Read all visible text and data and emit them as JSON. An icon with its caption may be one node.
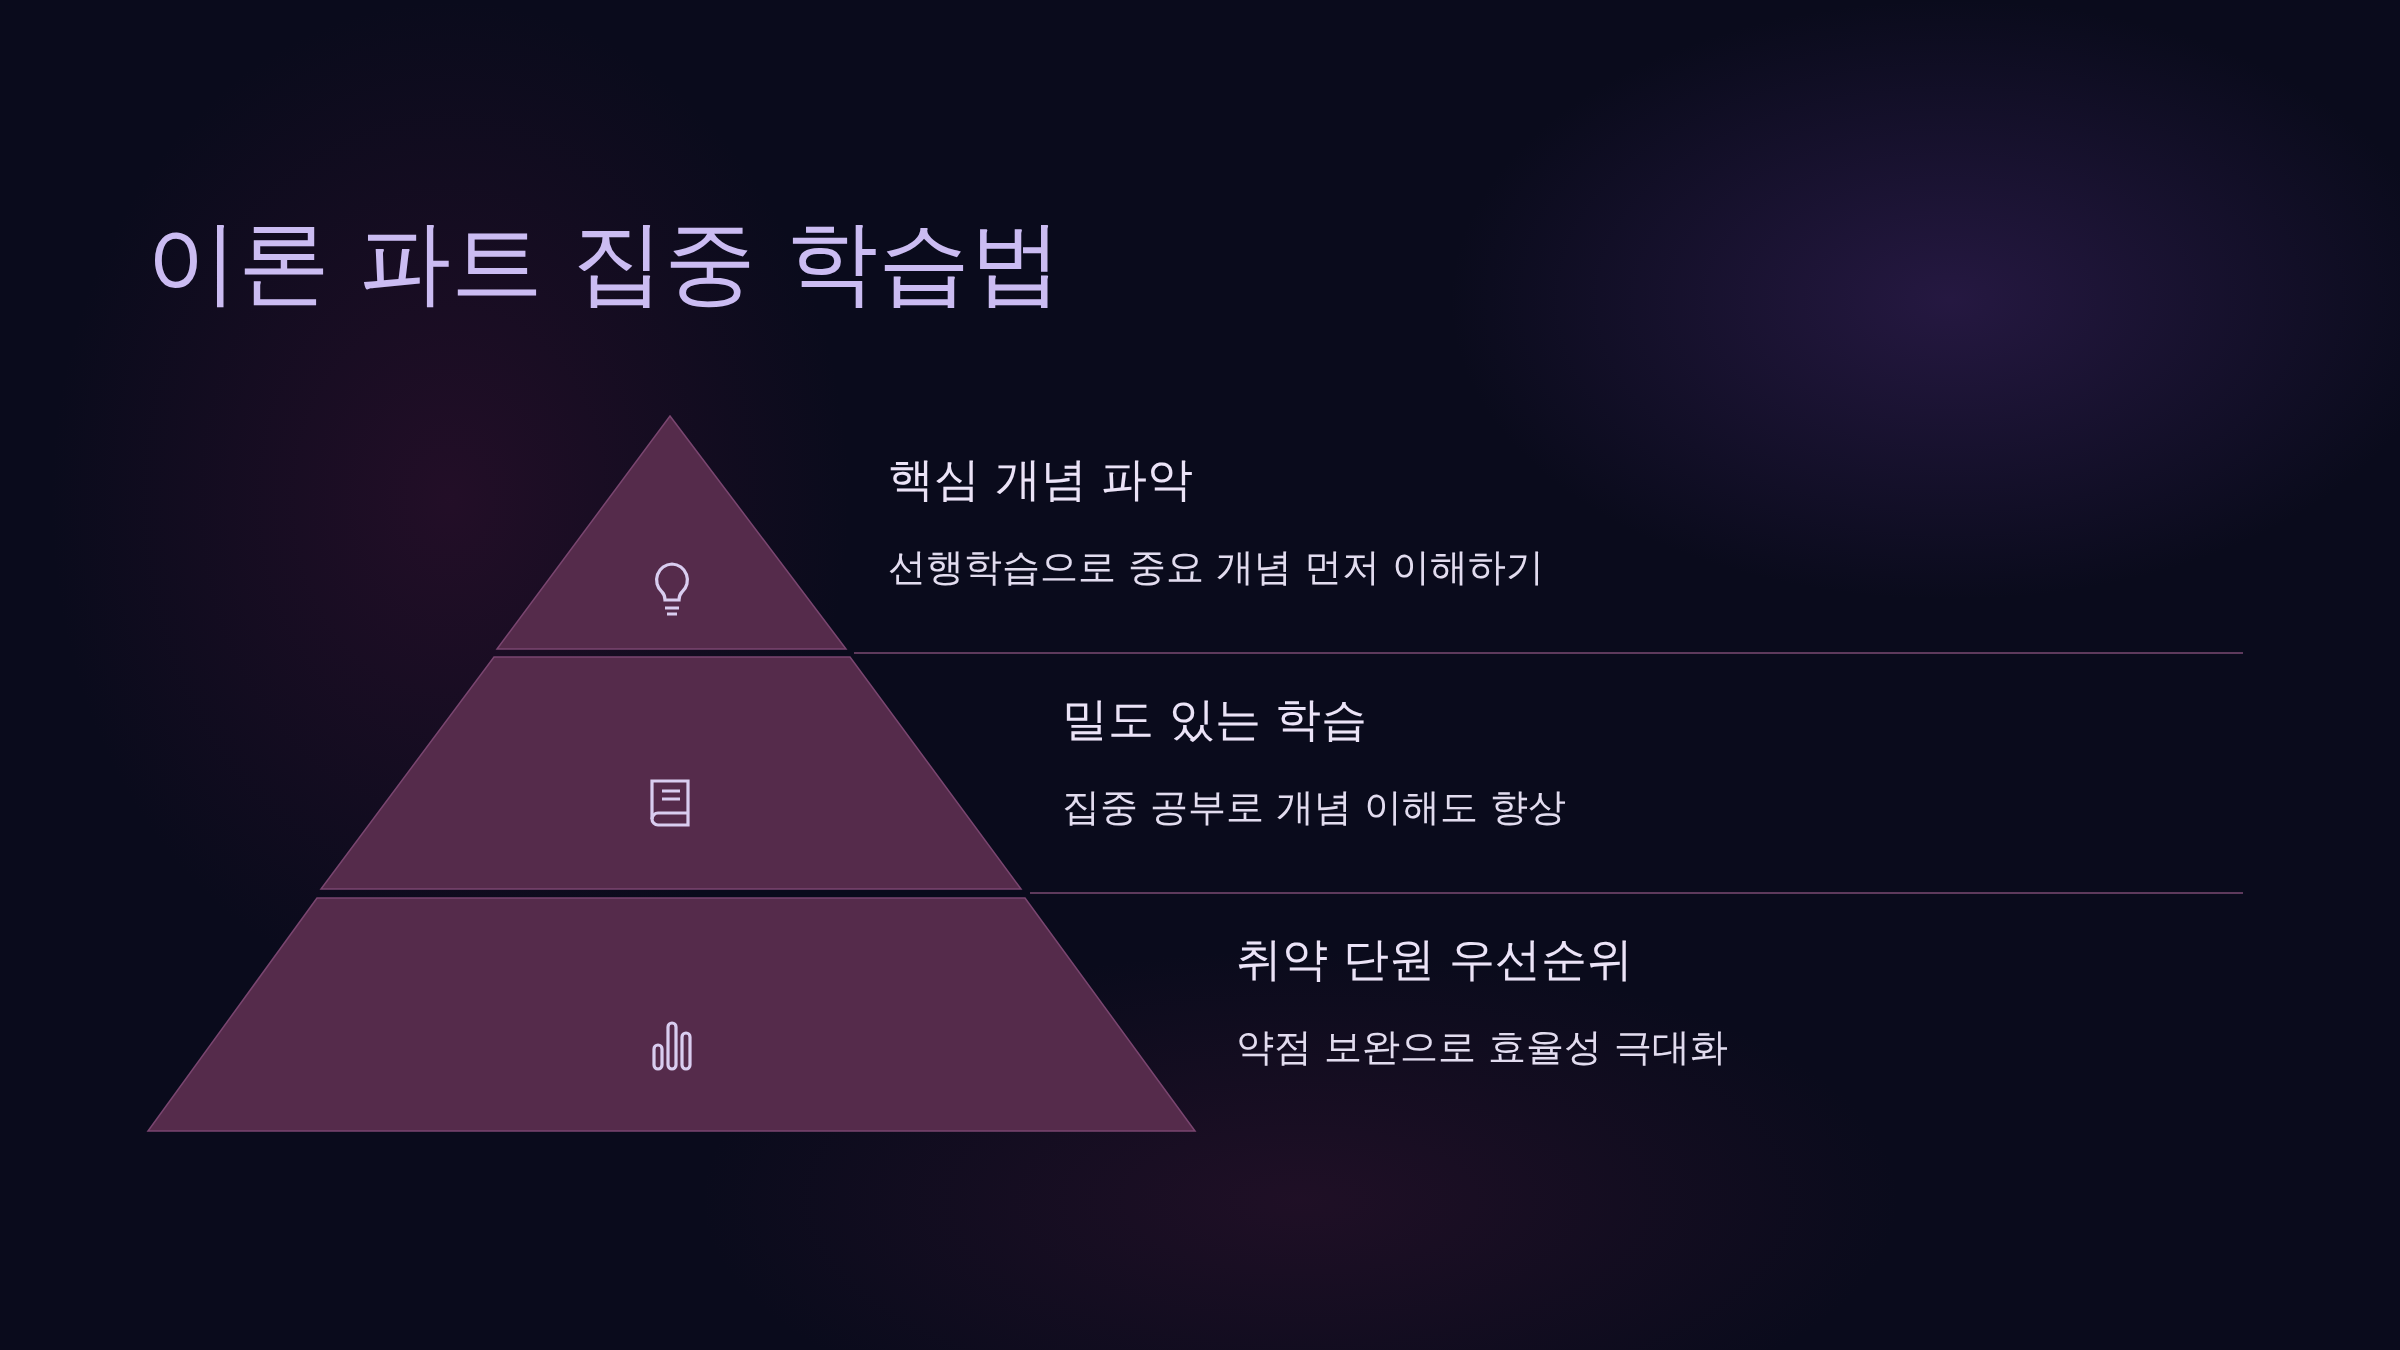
{
  "diagram": {
    "title": "이론 파트 집중 학습법",
    "nodes": [
      {
        "text": [
          "핵심 개념 파악",
          "선행학습으로 중요 개념 먼저 이해하기"
        ]
      },
      {
        "text": [
          "밀도 있는 학습",
          "집중 공부로 개념 이해도 향상"
        ]
      },
      {
        "text": [
          "취약 단원 우선순위",
          "약점 보완으로 효율성 극대화"
        ]
      }
    ]
  }
}
